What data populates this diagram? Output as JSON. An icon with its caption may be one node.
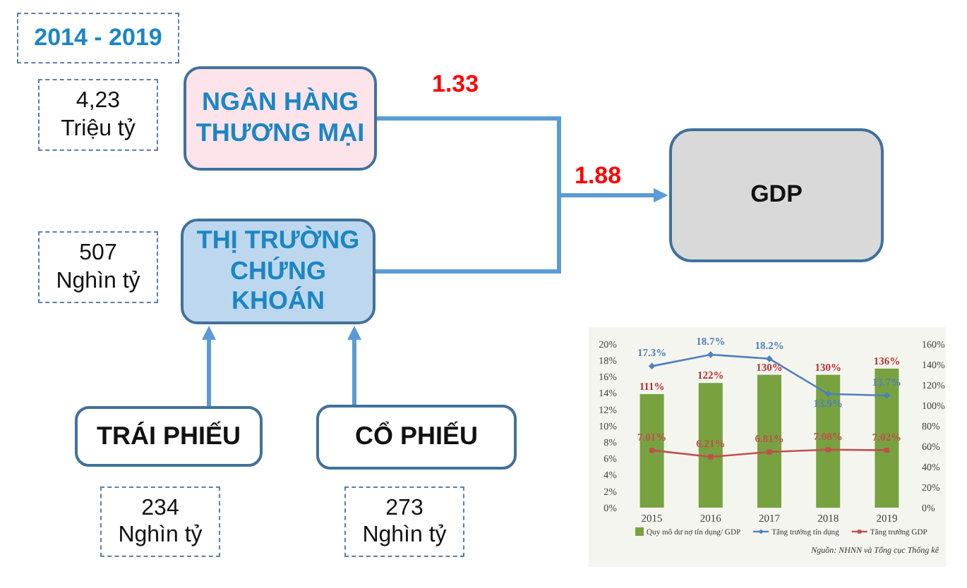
{
  "diagram": {
    "nodes": [
      {
        "text": [
          "2014 - 2019"
        ]
      },
      {
        "text": [
          "4,23 Triệu tỷ"
        ]
      },
      {
        "text": [
          "NGÂN HÀNG THƯƠNG MẠI"
        ]
      },
      {
        "text": [
          "GDP"
        ]
      },
      {
        "text": [
          "507 Nghìn tỷ"
        ]
      },
      {
        "text": [
          "THỊ TRƯỜNG CHỨNG KHOÁN"
        ]
      },
      {
        "text": [
          "TRÁI PHIẾU"
        ]
      },
      {
        "text": [
          "CỔ PHIẾU"
        ]
      },
      {
        "text": [
          "234 Nghìn tỷ"
        ]
      },
      {
        "text": [
          "273 Nghìn tỷ"
        ]
      }
    ],
    "edges": [
      {
        "from": 2,
        "to": 3,
        "arrow": "to",
        "label": "1.33"
      },
      {
        "from": 5,
        "to": 3,
        "arrow": "to",
        "label": "1.88"
      },
      {
        "from": 6,
        "to": 5,
        "arrow": "to"
      },
      {
        "from": 7,
        "to": 5,
        "arrow": "to"
      }
    ],
    "chart_data": {
      "type": "bar",
      "categories": [
        "2015",
        "2016",
        "2017",
        "2018",
        "2019"
      ],
      "series": [
        {
          "name": "Quy mô dư nợ tín dụng/ GDP",
          "color": "#77a23f",
          "values": [
            111,
            122,
            130,
            130,
            136
          ],
          "axis": "y2"
        },
        {
          "name": "Tăng trưởng tín dụng",
          "color": "#4f81bd",
          "values": [
            17.3,
            18.7,
            18.2,
            13.9,
            13.7
          ],
          "type": "line",
          "marker": "diamond"
        },
        {
          "name": "Tăng trưởng GDP",
          "color": "#c0504d",
          "values": [
            7.01,
            6.21,
            6.81,
            7.08,
            7.02
          ],
          "type": "line",
          "marker": "square"
        }
      ],
      "legend": "bottom",
      "ylim": [
        0,
        20
      ],
      "yticks": [
        {
          "value": 0,
          "label": "0%"
        },
        {
          "value": 2,
          "label": "2%"
        },
        {
          "value": 4,
          "label": "4%"
        },
        {
          "value": 6,
          "label": "6%"
        },
        {
          "value": 8,
          "label": "8%"
        },
        {
          "value": 10,
          "label": "10%"
        },
        {
          "value": 12,
          "label": "12%"
        },
        {
          "value": 14,
          "label": "14%"
        },
        {
          "value": 16,
          "label": "16%"
        },
        {
          "value": 18,
          "label": "18%"
        },
        {
          "value": 20,
          "label": "20%"
        }
      ],
      "y2lim": [
        0,
        160
      ],
      "y2ticks": [
        {
          "value": 0,
          "label": "0%"
        },
        {
          "value": 20,
          "label": "20%"
        },
        {
          "value": 40,
          "label": "40%"
        },
        {
          "value": 60,
          "label": "60%"
        },
        {
          "value": 80,
          "label": "80%"
        },
        {
          "value": 100,
          "label": "100%"
        },
        {
          "value": 120,
          "label": "120%"
        },
        {
          "value": 140,
          "label": "140%"
        },
        {
          "value": 160,
          "label": "160%"
        }
      ],
      "value_labels": [
        [
          "111%",
          "122%",
          "130%",
          "130%",
          "136%"
        ],
        [
          "17.3%",
          "18.7%",
          "18.2%",
          "13.9%",
          "13.7%"
        ],
        [
          "7.01%",
          "6.21%",
          "6.81%",
          "7.08%",
          "7.02%"
        ]
      ],
      "annotations": [
        "Nguồn: NHNN và Tổng cục Thống kê"
      ]
    }
  }
}
